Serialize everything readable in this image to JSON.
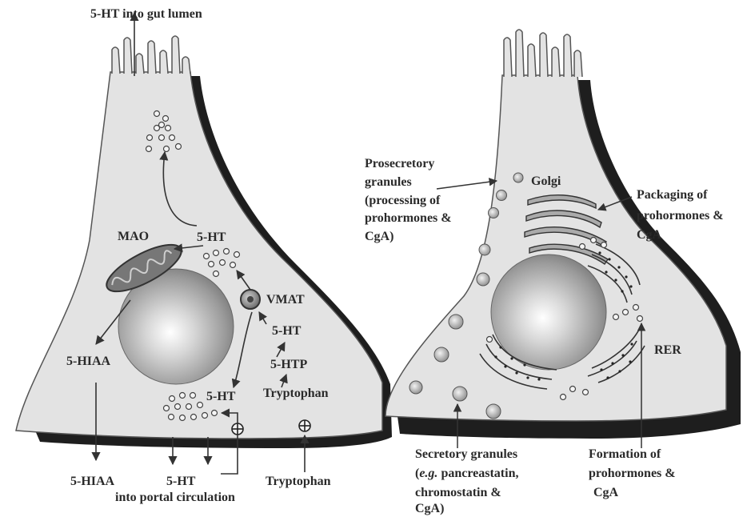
{
  "left_cell": {
    "top_label": "5-HT into gut lumen",
    "mao": "MAO",
    "ht_upper": "5-HT",
    "vmat": "VMAT",
    "ht_mid": "5-HT",
    "htp": "5-HTP",
    "tryptophan_inside": "Tryptophan",
    "hiaa_inside": "5-HIAA",
    "ht_lower": "5-HT",
    "hiaa_out": "5-HIAA",
    "ht_out": "5-HT",
    "portal": "into portal circulation",
    "tryptophan_out": "Tryptophan"
  },
  "right_cell": {
    "prosecretory": [
      "Prosecretory",
      "granules",
      "(processing of",
      "prohormones &",
      "CgA)"
    ],
    "golgi": "Golgi",
    "packaging": [
      "Packaging of",
      "prohormones &",
      "CgA"
    ],
    "rer": "RER",
    "secretory_line1": "Secretory granules",
    "secretory_eg": "e.g.",
    "secretory_line2_rest": " pancreastatin,",
    "secretory_line3": "chromostatin &",
    "secretory_line4": "CgA)",
    "formation": [
      "Formation of",
      "prohormones &",
      "CgA"
    ]
  }
}
